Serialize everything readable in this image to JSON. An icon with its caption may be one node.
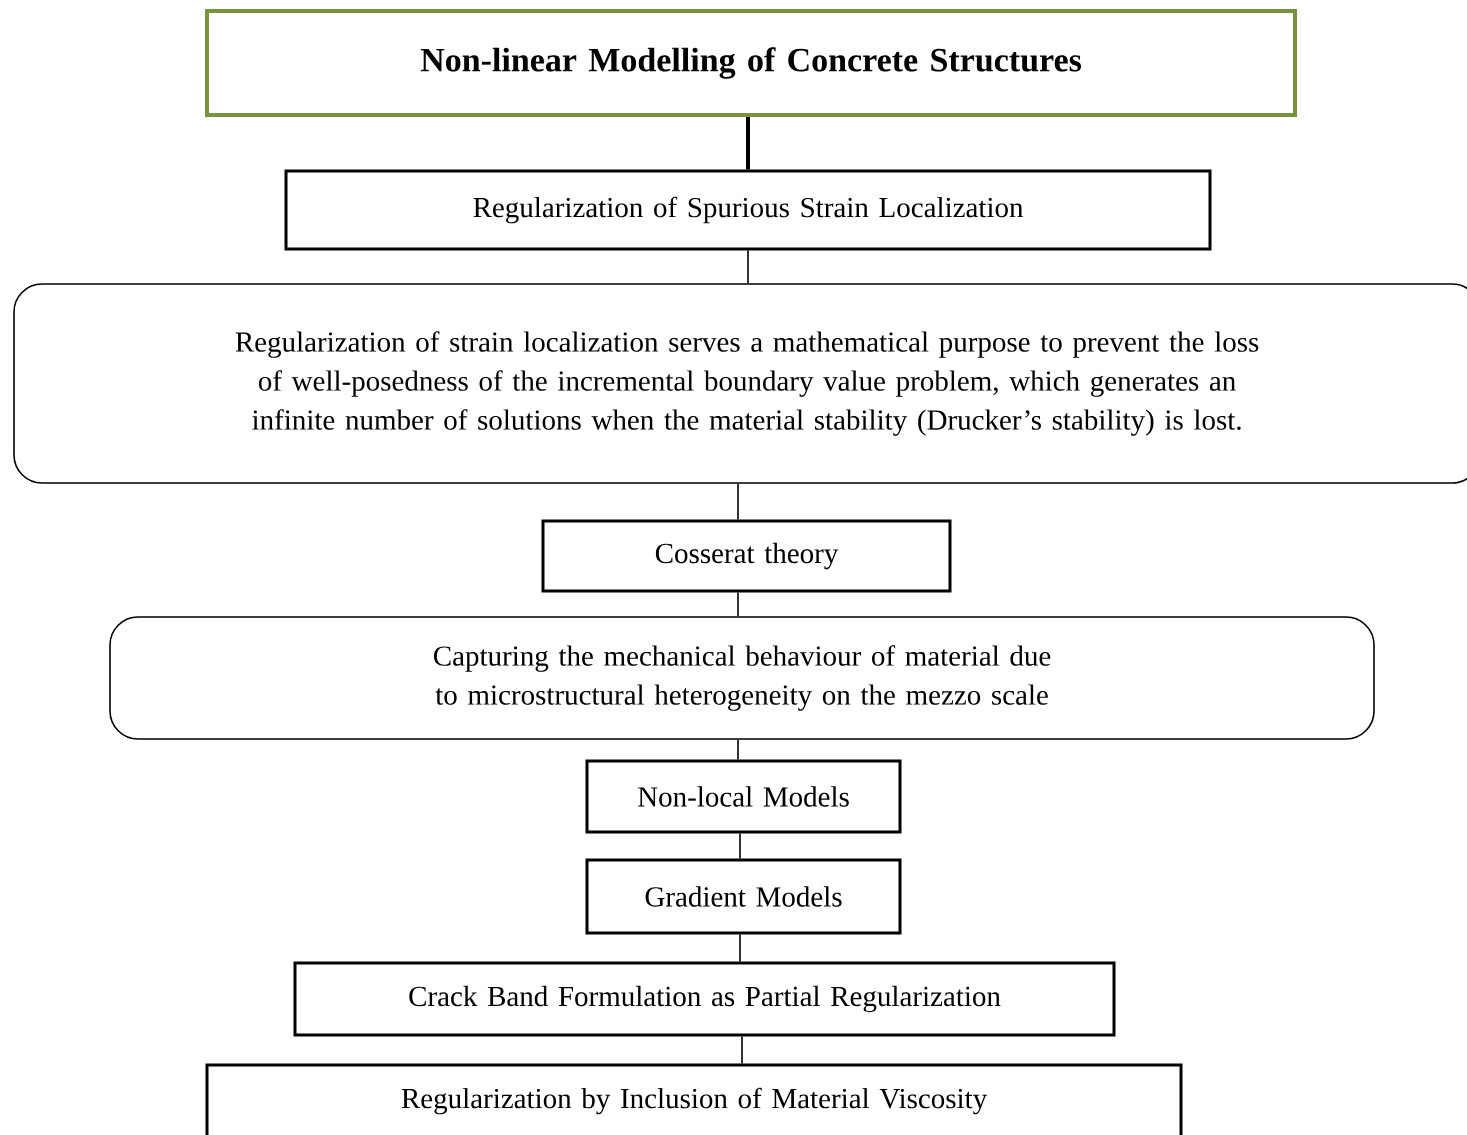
{
  "diagram": {
    "nodes": [
      {
        "text": [
          "Non-linear Modelling of Concrete Structures"
        ]
      },
      {
        "text": [
          "Regularization of Spurious Strain Localization"
        ]
      },
      {
        "text": [
          "Regularization of strain localization serves a mathematical purpose to prevent the loss of well-posedness of the incremental boundary value problem, which generates an infinite number of solutions when the material stability (Drucker’s stability) is lost."
        ]
      },
      {
        "text": [
          "Cosserat theory"
        ]
      },
      {
        "text": [
          "Capturing the mechanical behaviour of material due to microstructural heterogeneity on the mezzo scale"
        ]
      },
      {
        "text": [
          "Non-local Models"
        ]
      },
      {
        "text": [
          "Gradient Models"
        ]
      },
      {
        "text": [
          "Crack Band Formulation as Partial Regularization"
        ]
      },
      {
        "text": [
          "Regularization by Inclusion of Material Viscosity"
        ]
      }
    ],
    "edges": [
      {
        "from": 0,
        "to": 1,
        "arrow": "none",
        "style": "thick"
      },
      {
        "from": 1,
        "to": 2,
        "arrow": "none"
      },
      {
        "from": 2,
        "to": 3,
        "arrow": "none"
      },
      {
        "from": 3,
        "to": 4,
        "arrow": "none"
      },
      {
        "from": 4,
        "to": 5,
        "arrow": "none"
      },
      {
        "from": 5,
        "to": 6,
        "arrow": "none"
      },
      {
        "from": 6,
        "to": 7,
        "arrow": "none"
      },
      {
        "from": 7,
        "to": 8,
        "arrow": "none"
      }
    ]
  }
}
